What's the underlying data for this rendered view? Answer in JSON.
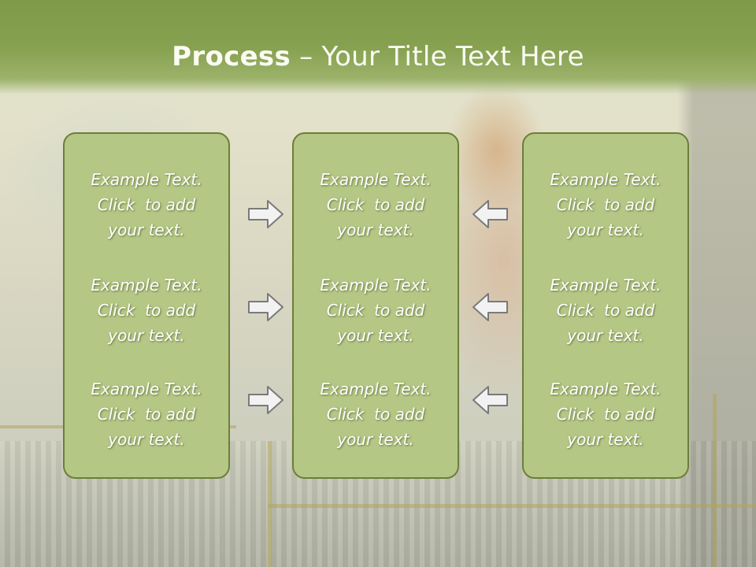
{
  "title": {
    "bold": "Process",
    "rest": " – Your Title Text Here"
  },
  "columns": [
    {
      "items": [
        {
          "lines": [
            "Example Text.",
            "Click  to add",
            "your text."
          ]
        },
        {
          "lines": [
            "Example Text.",
            "Click  to add",
            "your text."
          ]
        },
        {
          "lines": [
            "Example Text.",
            "Click  to add",
            "your text."
          ]
        }
      ]
    },
    {
      "items": [
        {
          "lines": [
            "Example Text.",
            "Click  to add",
            "your text."
          ]
        },
        {
          "lines": [
            "Example Text.",
            "Click  to add",
            "your text."
          ]
        },
        {
          "lines": [
            "Example Text.",
            "Click  to add",
            "your text."
          ]
        }
      ]
    },
    {
      "items": [
        {
          "lines": [
            "Example Text.",
            "Click  to add",
            "your text."
          ]
        },
        {
          "lines": [
            "Example Text.",
            "Click  to add",
            "your text."
          ]
        },
        {
          "lines": [
            "Example Text.",
            "Click  to add",
            "your text."
          ]
        }
      ]
    }
  ],
  "arrows": {
    "left_group": "right-arrow-icon",
    "right_group": "left-arrow-icon"
  },
  "colors": {
    "title_bar": "#86a150",
    "box_fill": "#b4c784",
    "box_border": "#6b7f3a",
    "text": "#ffffff"
  }
}
